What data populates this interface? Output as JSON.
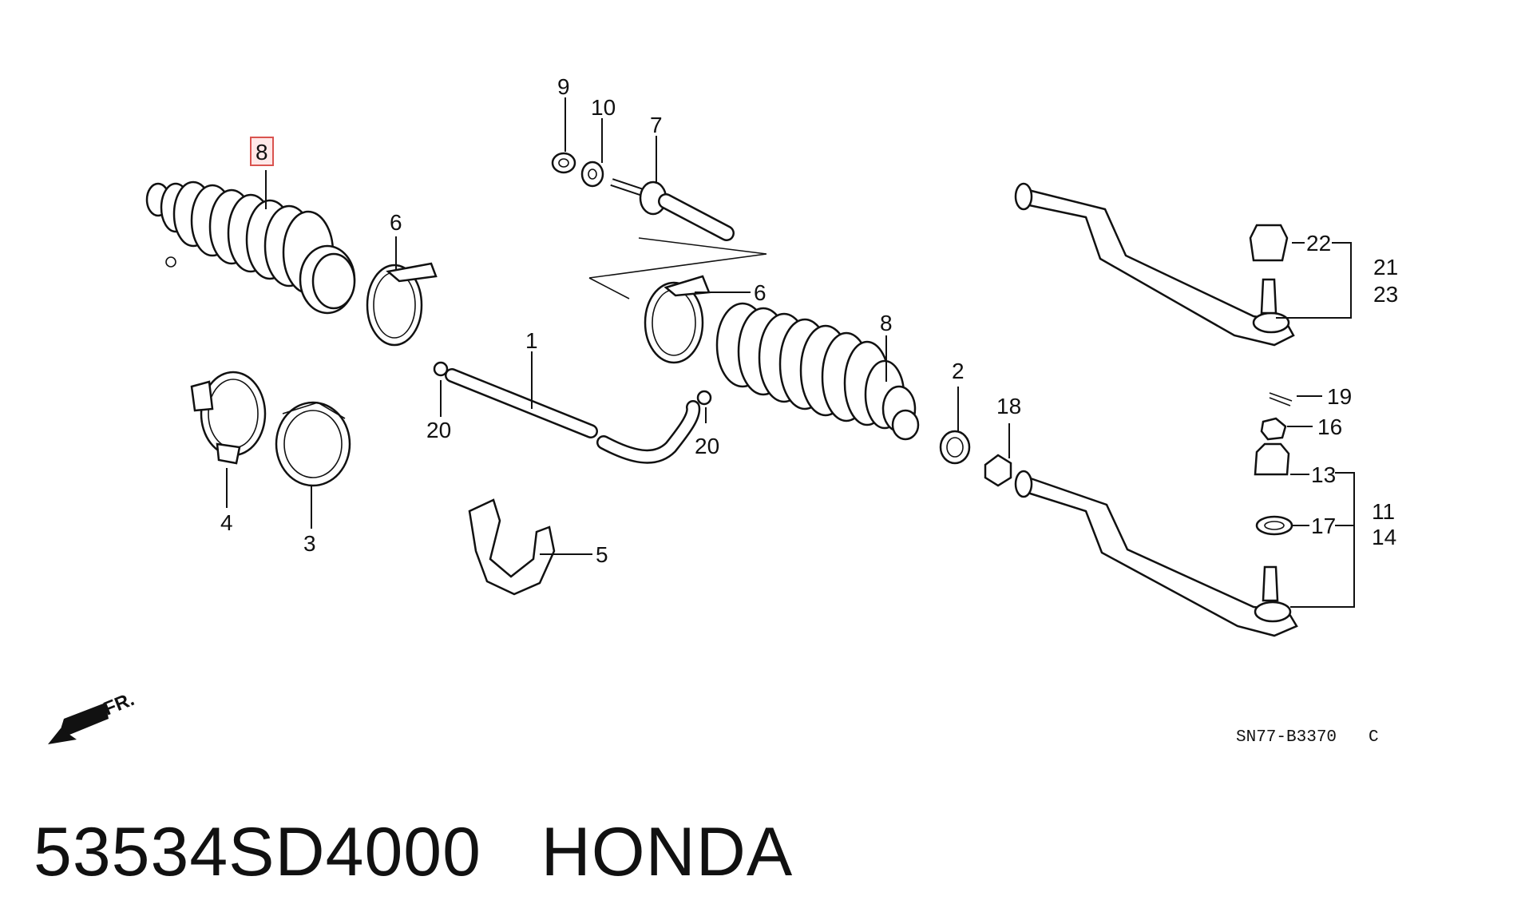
{
  "diagram": {
    "callouts": {
      "c1": "1",
      "c2": "2",
      "c3": "3",
      "c4": "4",
      "c5": "5",
      "c6a": "6",
      "c6b": "6",
      "c7": "7",
      "c8a": "8",
      "c8b": "8",
      "c9": "9",
      "c10": "10",
      "c11": "11",
      "c13": "13",
      "c14": "14",
      "c16": "16",
      "c17": "17",
      "c18": "18",
      "c19": "19",
      "c20a": "20",
      "c20b": "20",
      "c21": "21",
      "c22": "22",
      "c23": "23"
    },
    "highlighted_callout": "8",
    "front_marker": "FR.",
    "diagram_code": "SN77-B3370",
    "diagram_code_suffix": "C"
  },
  "footer": {
    "part_number": "53534SD4000",
    "brand": "HONDA"
  },
  "colors": {
    "highlight_border": "#d9534f",
    "highlight_fill": "#ffe8e8",
    "ink": "#111111"
  }
}
